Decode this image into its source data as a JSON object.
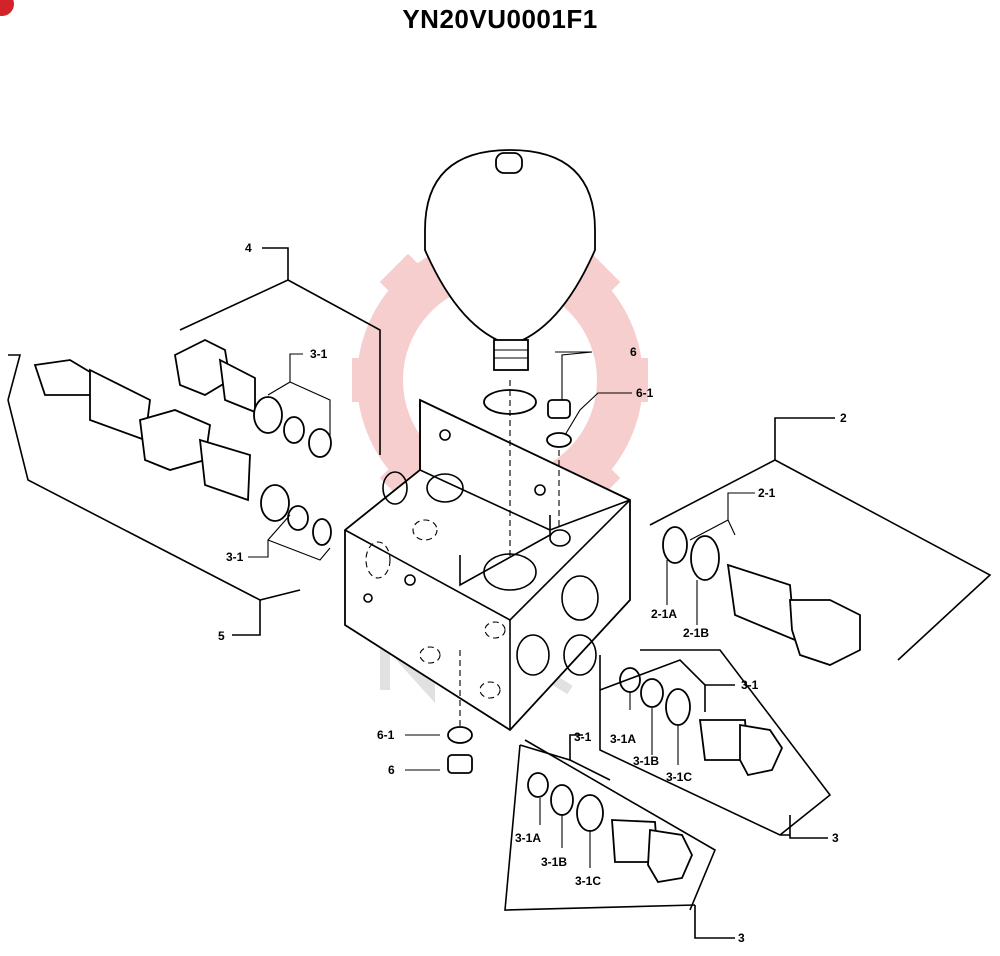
{
  "title": "YN20VU0001F1",
  "colors": {
    "watermark": "#f2a7a7",
    "ink": "#000000",
    "badge": "#d2232a"
  },
  "callouts": {
    "c4": "4",
    "c2": "2",
    "c5": "5",
    "c6_top": "6",
    "c6_1_top": "6-1",
    "c6_1_bottom": "6-1",
    "c6_bottom": "6",
    "c3_1_upper_left": "3-1",
    "c3_1_lower_left": "3-1",
    "c2_1": "2-1",
    "c2_1a": "2-1A",
    "c2_1b": "2-1B",
    "c3_1_right": "3-1",
    "c3_1a_right": "3-1A",
    "c3_1b_right": "3-1B",
    "c3_1c_right": "3-1C",
    "c3_right": "3",
    "c3_1_bottom": "3-1",
    "c3_1a_bottom": "3-1A",
    "c3_1b_bottom": "3-1B",
    "c3_1c_bottom": "3-1C",
    "c3_bottom": "3"
  }
}
